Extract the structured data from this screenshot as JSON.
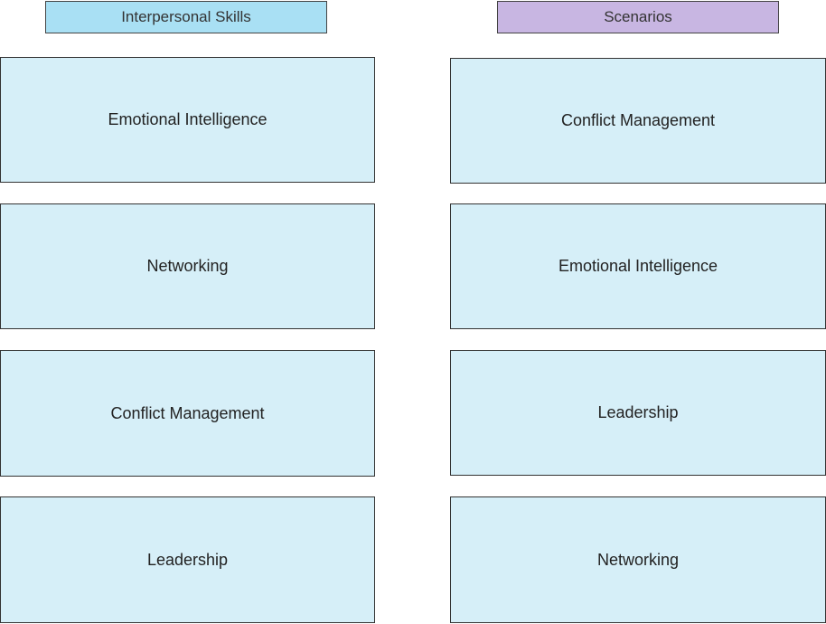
{
  "headers": {
    "left": "Interpersonal Skills",
    "right": "Scenarios"
  },
  "left_column": [
    "Emotional Intelligence",
    "Networking",
    "Conflict Management",
    "Leadership"
  ],
  "right_column": [
    "Conflict Management",
    "Emotional Intelligence",
    "Leadership",
    "Networking"
  ],
  "colors": {
    "header_left_fill": "#a9e0f4",
    "header_right_fill": "#c8b6e2",
    "box_fill": "#d6eff8"
  }
}
